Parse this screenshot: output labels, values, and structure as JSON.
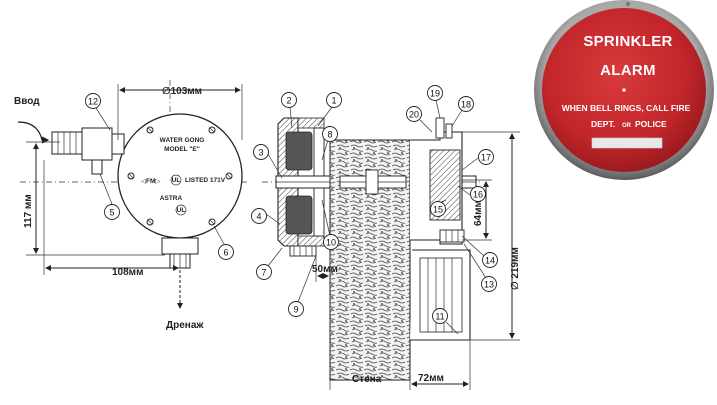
{
  "labels": {
    "inlet": "Ввод",
    "drain": "Дренаж",
    "wall": "Стена"
  },
  "dimensions": {
    "diameter_103": "∅103мм",
    "height_117": "117 мм",
    "width_108": "108мм",
    "width_50": "50мм",
    "width_72": "72мм",
    "height_64": "64мм",
    "diameter_219": "∅ 219мм"
  },
  "gong_face": {
    "line1": "WATER GONG",
    "line2": "MODEL \"E\"",
    "fm": "◁FM▷",
    "ul": "UL",
    "listed": "LISTED 171V",
    "astra": "ASTRA"
  },
  "callouts": [
    "1",
    "2",
    "3",
    "4",
    "5",
    "6",
    "7",
    "8",
    "9",
    "10",
    "11",
    "12",
    "13",
    "14",
    "15",
    "16",
    "17",
    "18",
    "19",
    "20"
  ],
  "sign": {
    "line1": "SPRINKLER",
    "line2": "ALARM",
    "line3": "WHEN BELL RINGS, CALL FIRE",
    "line4a": "DEPT.",
    "line4b": "OR",
    "line4c": "POLICE"
  },
  "colors": {
    "sign_red": "#c3262a",
    "sign_rim": "#8a8a8a",
    "line": "#222222"
  }
}
